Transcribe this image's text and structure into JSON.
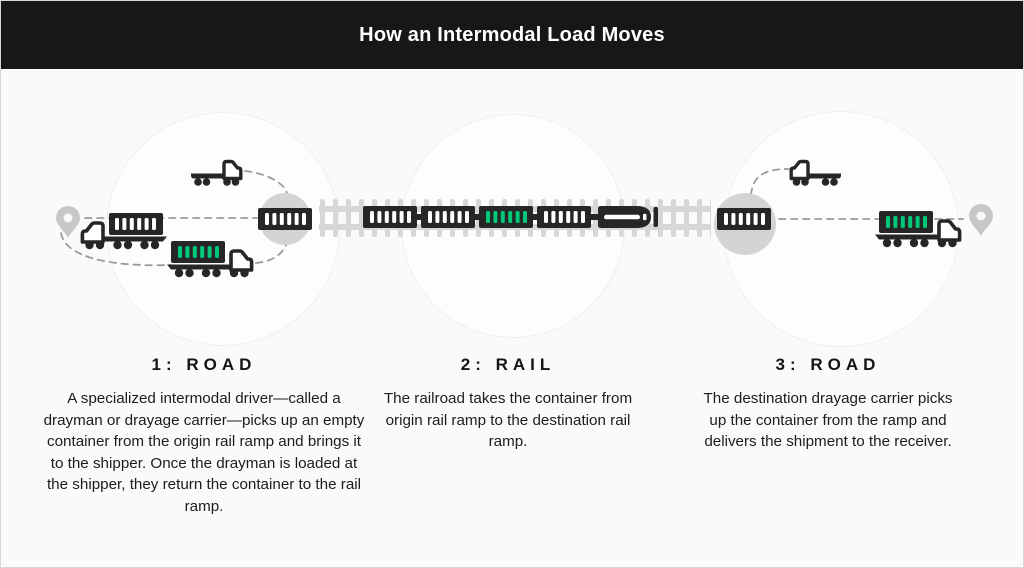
{
  "header": {
    "title": "How an Intermodal Load Moves"
  },
  "stages": [
    {
      "heading": "1: ROAD",
      "body": "A specialized intermodal driver—called a drayman or drayage carrier—picks up an empty container from the origin rail ramp and brings it to the shipper. Once the drayman is loaded at the shipper, they return the container to the rail ramp."
    },
    {
      "heading": "2: RAIL",
      "body": "The railroad takes the container from origin rail ramp to the destination rail ramp."
    },
    {
      "heading": "3: ROAD",
      "body": "The destination drayage carrier picks up the container from the ramp and delivers the shipment to the receiver."
    }
  ],
  "illustration": {
    "elements": [
      "origin-pin-icon",
      "empty-chassis-truck-icon",
      "inbound-container-truck-icon",
      "loaded-container-truck-icon",
      "origin-rail-ramp-icon",
      "rail-track",
      "intermodal-train-icon",
      "destination-rail-ramp-icon",
      "destination-container-truck-icon",
      "destination-pin-icon"
    ]
  },
  "colors": {
    "header_bg": "#171717",
    "ink_dark": "#262626",
    "accent_green": "#00c878",
    "ramp_gray": "#d4d4d4",
    "track_gray": "#d7d7d7",
    "pin_gray": "#c7c7c7",
    "dash_gray": "#9b9b9b"
  }
}
